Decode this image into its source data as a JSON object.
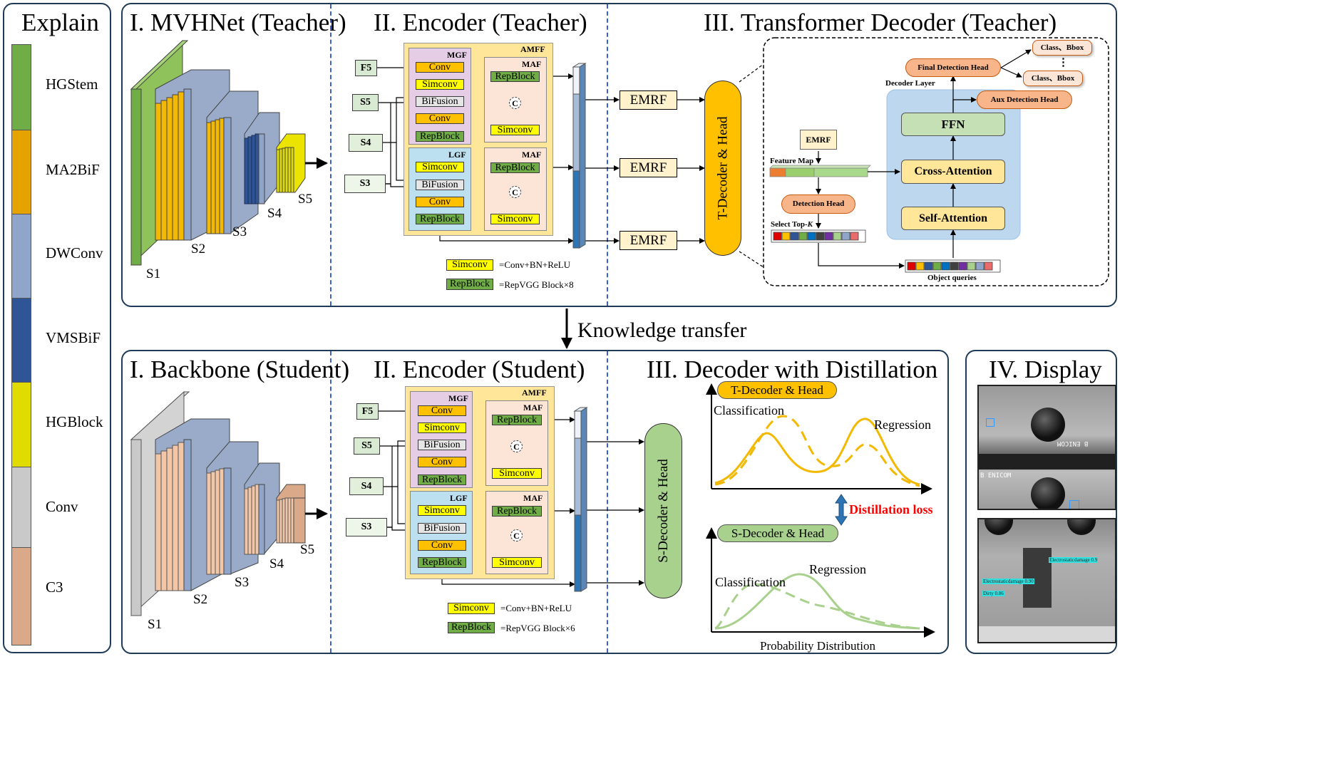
{
  "explain": {
    "title": "Explain",
    "items": [
      {
        "label": "HGStem",
        "color": "#70ad47"
      },
      {
        "label": "MA2BiF",
        "color": "#e5a300"
      },
      {
        "label": "DWConv",
        "color": "#8fa5c9"
      },
      {
        "label": "VMSBiF",
        "color": "#2f5597"
      },
      {
        "label": "HGBlock",
        "color": "#e0dc00"
      },
      {
        "label": "Conv",
        "color": "#c9c9c9"
      },
      {
        "label": "C3",
        "color": "#d9a98a"
      }
    ]
  },
  "teacher": {
    "backbone_title": "I. MVHNet (Teacher)",
    "encoder_title": "II. Encoder (Teacher)",
    "decoder_title": "III. Transformer Decoder (Teacher)",
    "stages": [
      "S1",
      "S2",
      "S3",
      "S4",
      "S5"
    ],
    "encoder": {
      "inputs": [
        "F5",
        "S5",
        "S4",
        "S3"
      ],
      "amff": "AMFF",
      "mgf": "MGF",
      "lgf": "LGF",
      "maf": "MAF",
      "mgf_blocks": [
        "Conv",
        "Simconv",
        "BiFusion",
        "Conv",
        "RepBlock"
      ],
      "lgf_blocks": [
        "Simconv",
        "BiFusion",
        "Conv",
        "RepBlock"
      ],
      "maf_top": [
        "RepBlock",
        "Simconv"
      ],
      "maf_bottom": [
        "RepBlock",
        "Simconv"
      ],
      "concat": "C",
      "emrf": [
        "EMRF",
        "EMRF",
        "EMRF"
      ],
      "legend_simconv": "Simconv",
      "legend_simconv_def": "=Conv+BN+ReLU",
      "legend_repblock": "RepBlock",
      "legend_repblock_def": "=RepVGG Block×8"
    },
    "head_label": "T-Decoder & Head",
    "decoder": {
      "emrf": "EMRF",
      "feature_map": "Feature Map",
      "detection_head": "Detection Head",
      "select_topk": "Select Top-",
      "k": "K",
      "object_queries": "Object queries",
      "decoder_layer": "Decoder Layer",
      "self_attention": "Self-Attention",
      "cross_attention": "Cross-Attention",
      "ffn": "FFN",
      "aux_head": "Aux Detection Head",
      "final_head": "Final Detection Head",
      "out1": "Class、Bbox",
      "dots": "⋮",
      "out2": "Class、Bbox"
    }
  },
  "transfer_label": "Knowledge transfer",
  "student": {
    "backbone_title": "I. Backbone (Student)",
    "encoder_title": "II. Encoder (Student)",
    "decoder_title": "III. Decoder with Distillation",
    "stages": [
      "S1",
      "S2",
      "S3",
      "S4",
      "S5"
    ],
    "encoder": {
      "inputs": [
        "F5",
        "S5",
        "S4",
        "S3"
      ],
      "amff": "AMFF",
      "mgf": "MGF",
      "lgf": "LGF",
      "maf": "MAF",
      "mgf_blocks": [
        "Conv",
        "Simconv",
        "BiFusion",
        "Conv",
        "RepBlock"
      ],
      "lgf_blocks": [
        "Simconv",
        "BiFusion",
        "Conv",
        "RepBlock"
      ],
      "maf_top": [
        "RepBlock",
        "Simconv"
      ],
      "maf_bottom": [
        "RepBlock",
        "Simconv"
      ],
      "concat": "C",
      "legend_simconv": "Simconv",
      "legend_simconv_def": "=Conv+BN+ReLU",
      "legend_repblock": "RepBlock",
      "legend_repblock_def": "=RepVGG Block×6"
    },
    "head_label": "S-Decoder & Head",
    "distill": {
      "t_head": "T-Decoder & Head",
      "s_head": "S-Decoder & Head",
      "classification": "Classification",
      "regression": "Regression",
      "loss": "Distillation loss",
      "xlabel": "Probability Distribution"
    }
  },
  "display": {
    "title": "IV. Display",
    "img1_text": [
      "B ENICOM",
      "B ENICOM"
    ],
    "img2_labels": [
      "Electrostaticdamage 0.9",
      "Electrostaticdamage 0.90",
      "Dirty 0.86"
    ]
  }
}
